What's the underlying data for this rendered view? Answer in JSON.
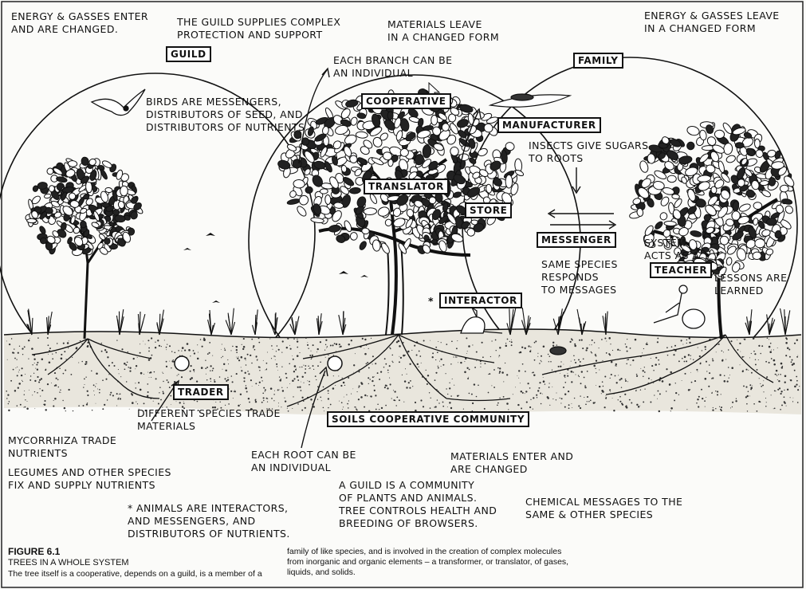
{
  "notes": {
    "energy_enter": "ENERGY & GASSES ENTER\nAND ARE CHANGED.",
    "guild_supplies": "THE GUILD SUPPLIES COMPLEX\nPROTECTION AND SUPPORT",
    "materials_leave": "MATERIALS LEAVE\nIN A CHANGED FORM",
    "energy_leave": "ENERGY & GASSES LEAVE\nIN A CHANGED FORM",
    "each_branch": "EACH BRANCH CAN BE\nAN INDIVIDUAL",
    "birds": "BIRDS ARE MESSENGERS,\nDISTRIBUTORS OF SEED, AND\nDISTRIBUTORS OF NUTRIENTS",
    "insects": "INSECTS GIVE SUGARS\nTO ROOTS",
    "system_acts": "SYSTEM\nACTS AS A",
    "lessons": "LESSONS ARE\nLEARNED",
    "same_species": "SAME SPECIES\nRESPONDS\nTO MESSAGES",
    "interactor_star": "*",
    "different_species": "DIFFERENT SPECIES TRADE\nMATERIALS",
    "mycorrhiza": "MYCORRHIZA TRADE\nNUTRIENTS",
    "legumes": "LEGUMES AND OTHER SPECIES\nFIX AND SUPPLY NUTRIENTS",
    "each_root": "EACH ROOT CAN BE\nAN INDIVIDUAL",
    "materials_enter": "MATERIALS ENTER AND\nARE CHANGED",
    "guild_community": "A GUILD IS A COMMUNITY\nOF PLANTS AND ANIMALS.\nTREE CONTROLS HEALTH AND\nBREEDING OF BROWSERS.",
    "chemical": "CHEMICAL MESSAGES TO THE\nSAME & OTHER SPECIES",
    "animals": "* ANIMALS ARE INTERACTORS,\nAND MESSENGERS, AND\nDISTRIBUTORS OF NUTRIENTS."
  },
  "boxes": {
    "guild": "GUILD",
    "family": "FAMILY",
    "cooperative": "COOPERATIVE",
    "manufacturer": "MANUFACTURER",
    "translator": "TRANSLATOR",
    "store": "STORE",
    "messenger": "MESSENGER",
    "teacher": "TEACHER",
    "interactor": "INTERACTOR",
    "trader": "TRADER",
    "soils": "SOILS COOPERATIVE COMMUNITY"
  },
  "caption": {
    "number": "FIGURE 6.1",
    "title": "TREES IN A WHOLE SYSTEM",
    "body_part1": "The tree itself is a cooperative, depends on a guild, is a member of a",
    "body_part2": "family of like species, and is involved in the creation of complex molecules from inorganic and organic elements – a transformer, or translator, of gases, liquids, and solids."
  },
  "colors": {
    "ink": "#111111",
    "paper": "#fbfbf9"
  }
}
